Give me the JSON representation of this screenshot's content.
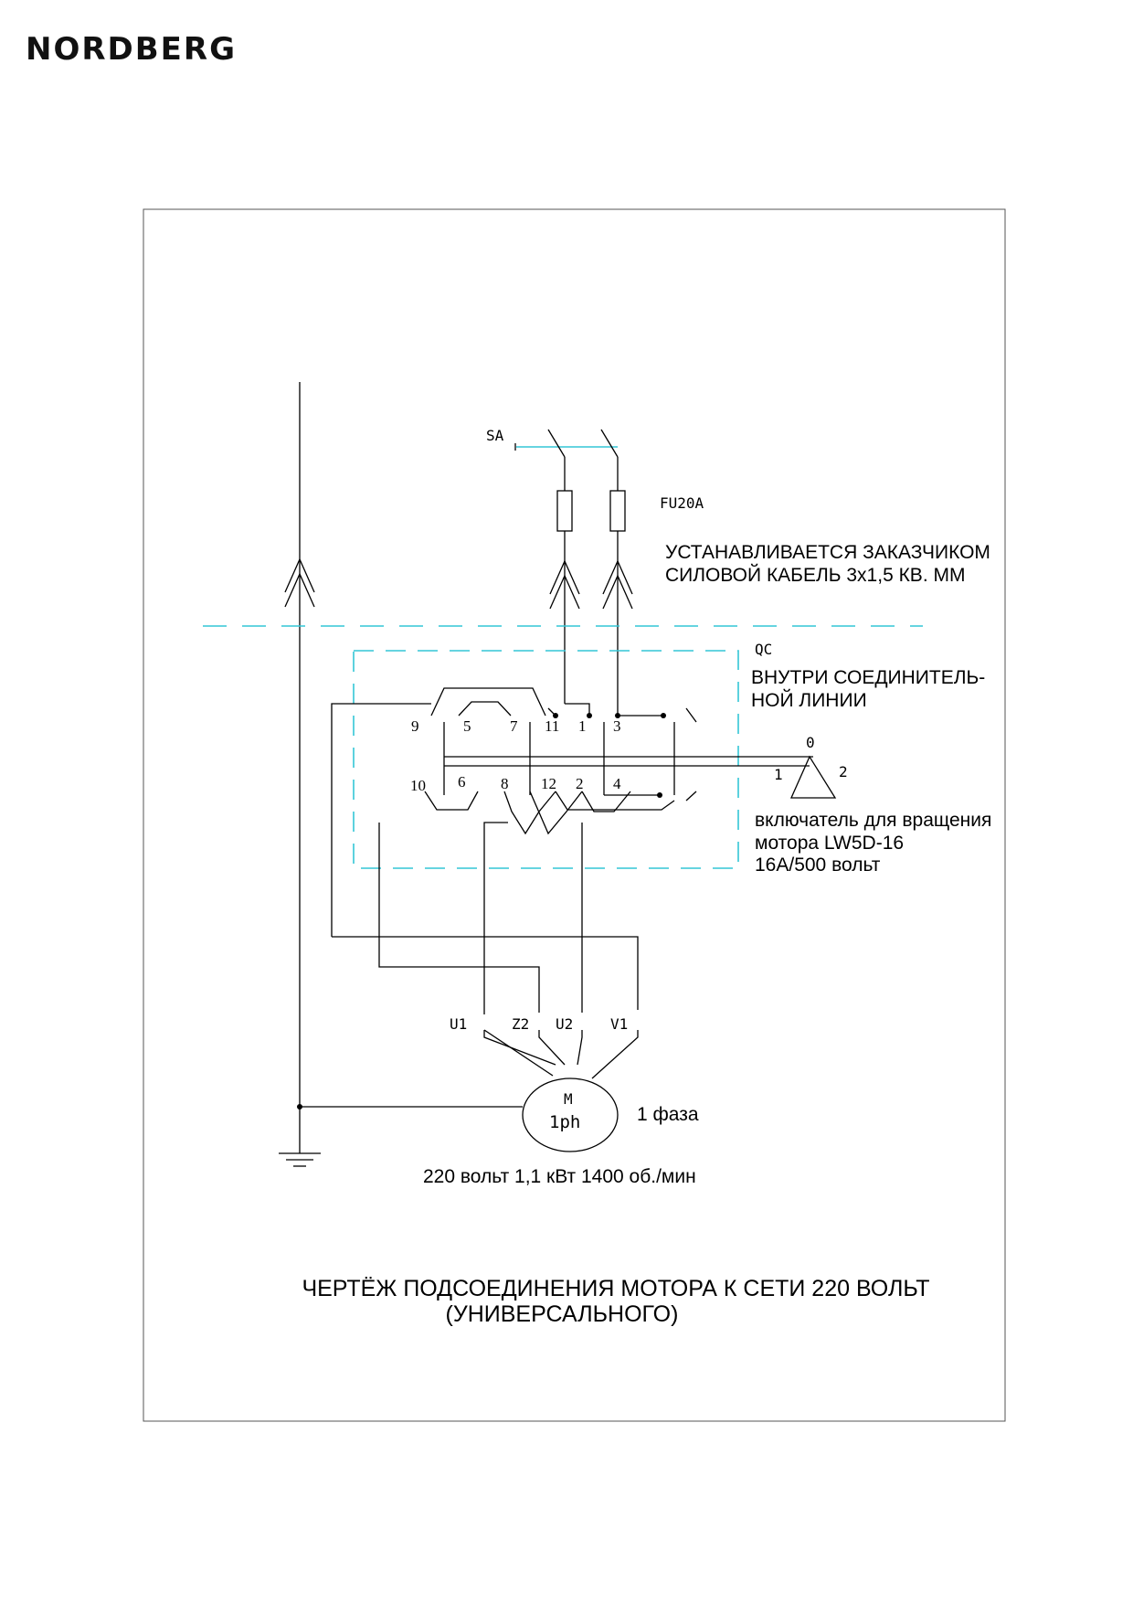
{
  "brand": {
    "logo": "NORDBERG"
  },
  "diagram": {
    "labels": {
      "sa": "SA",
      "fu": "FU20A",
      "qc": "QC",
      "note1_line1": "УСТАНАВЛИВАЕТСЯ ЗАКАЗЧИКОМ",
      "note1_line2": "СИЛОВОЙ КАБЕЛЬ 3х1,5 КВ. ММ",
      "note2_line1": "ВНУТРИ СОЕДИНИТЕЛЬ-",
      "note2_line2": "НОЙ ЛИНИИ",
      "switch_line1": "включатель для вращения",
      "switch_line2": "мотора LW5D-16",
      "switch_line3": "16А/500 вольт",
      "phase": "1 фаза",
      "motor_m": "M",
      "motor_ph": "1ph",
      "specs": "220 вольт  1,1 кВт   1400 об./мин"
    },
    "terminals_top": [
      "9",
      "5",
      "7",
      "11",
      "1",
      "3"
    ],
    "terminals_bottom": [
      "10",
      "6",
      "8",
      "12",
      "2",
      "4"
    ],
    "switch_positions": [
      "0",
      "1",
      "2"
    ],
    "motor_leads": [
      "U1",
      "Z2",
      "U2",
      "V1"
    ],
    "title_line1": "ЧЕРТЁЖ ПОДСОЕДИНЕНИЯ МОТОРА К СЕТИ 220 ВОЛЬТ",
    "title_line2": "(УНИВЕРСАЛЬНОГО)"
  },
  "colors": {
    "dashed_boundary": "#34c6d6",
    "lines": "#000000"
  }
}
